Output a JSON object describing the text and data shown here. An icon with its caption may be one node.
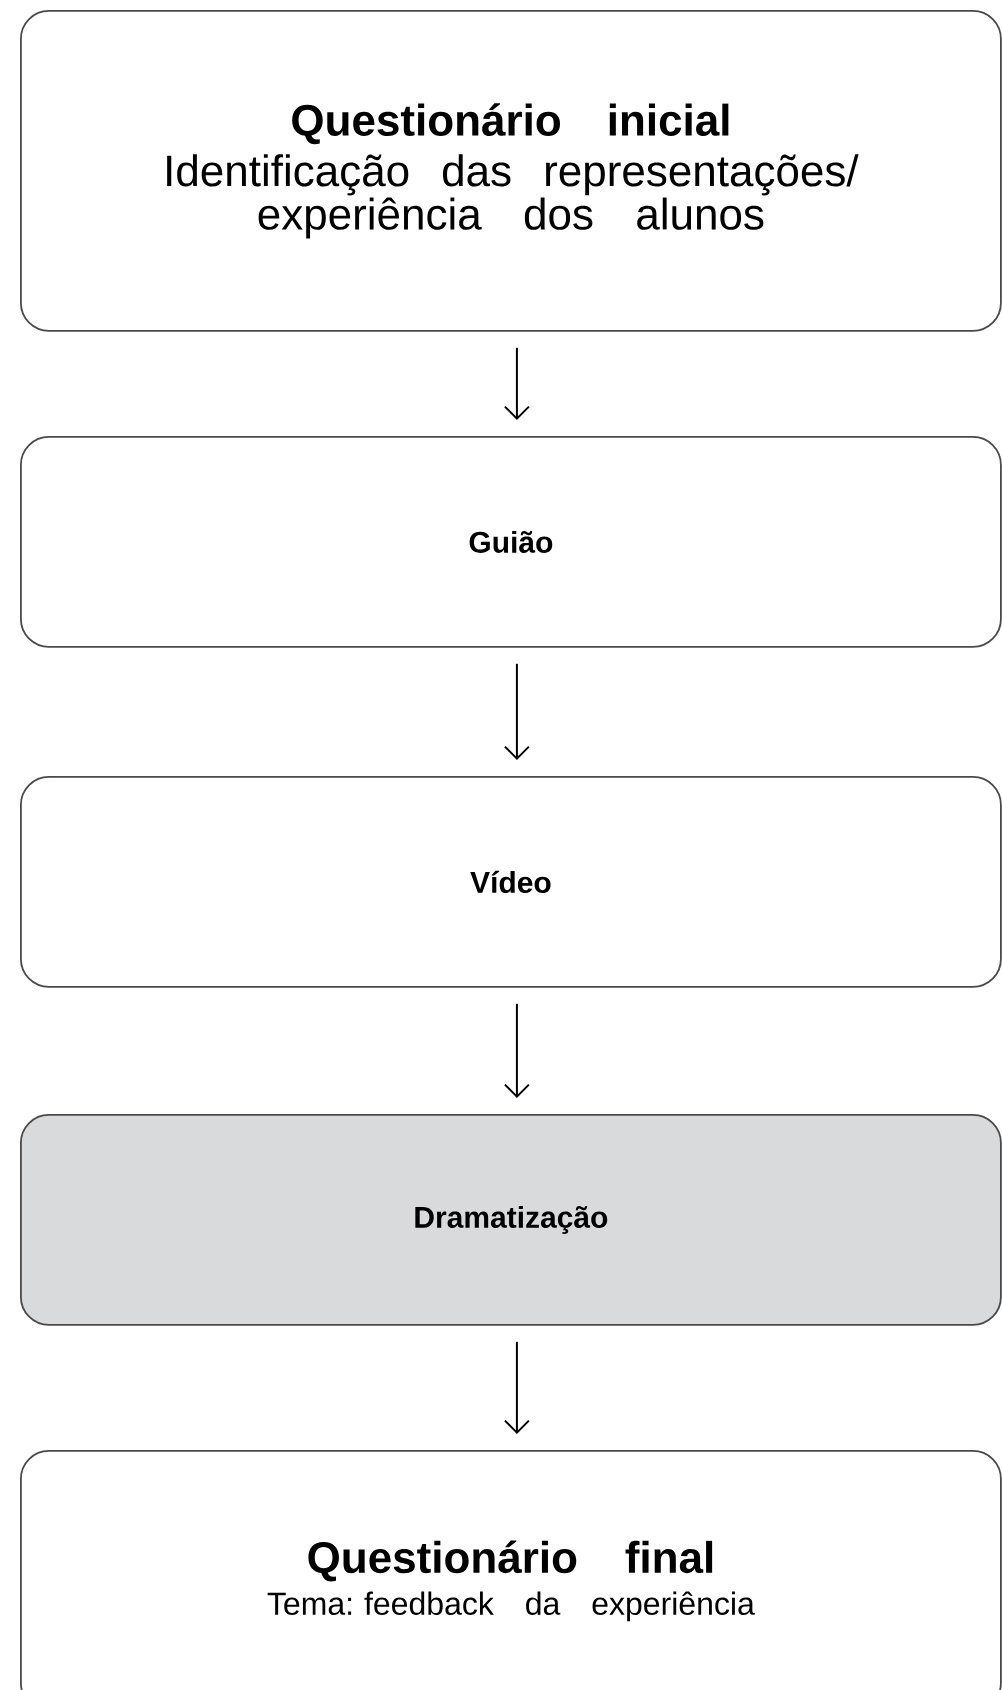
{
  "diagram": {
    "nodes": [
      {
        "text": [
          "Questionário inicial",
          "Identificação das representações/ experiência dos alunos"
        ]
      },
      {
        "text": [
          "Guião"
        ]
      },
      {
        "text": [
          "Vídeo"
        ]
      },
      {
        "text": [
          "Dramatização"
        ]
      },
      {
        "text": [
          "Questionário final",
          "Tema: feedback da experiência"
        ]
      }
    ],
    "edges": [
      {
        "from": 0,
        "to": 1,
        "arrow": "to"
      },
      {
        "from": 1,
        "to": 2,
        "arrow": "to"
      },
      {
        "from": 2,
        "to": 3,
        "arrow": "to"
      },
      {
        "from": 3,
        "to": 4,
        "arrow": "to"
      }
    ]
  }
}
